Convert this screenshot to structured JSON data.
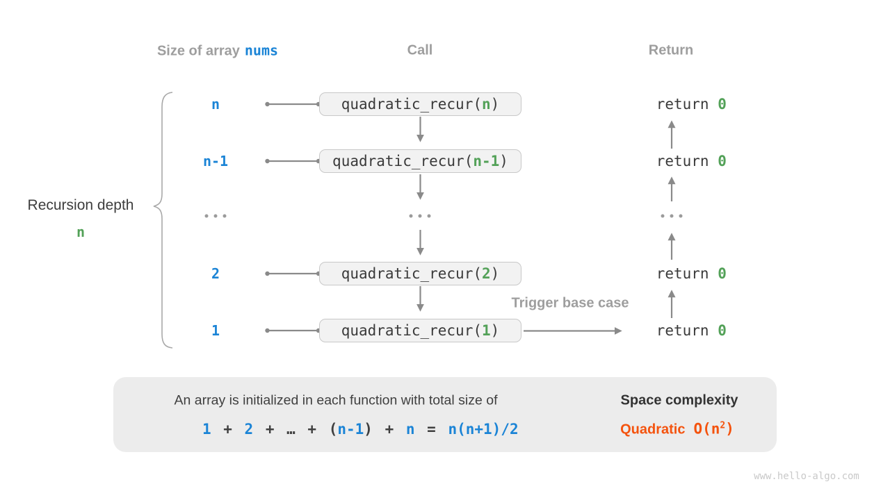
{
  "colors": {
    "accent_blue": "#1b84d6",
    "accent_green": "#53a158",
    "accent_orange": "#f4530e",
    "heading_gray": "#9e9e9e",
    "box_fill": "#f2f2f2",
    "panel_fill": "#ececec"
  },
  "headers": {
    "size_label": "Size of array",
    "size_code": "nums",
    "call": "Call",
    "return": "Return"
  },
  "left": {
    "caption": "Recursion depth",
    "depth": "n"
  },
  "code": {
    "fn": "quadratic_recur(",
    "close": ")",
    "return_kw": "return ",
    "return_val": "0"
  },
  "rows": [
    {
      "label": "n",
      "arg": "n"
    },
    {
      "label": "n-1",
      "arg": "n-1"
    },
    {
      "label": "...",
      "arg": "...",
      "ellipsis": true
    },
    {
      "label": "2",
      "arg": "2"
    },
    {
      "label": "1",
      "arg": "1"
    }
  ],
  "annotations": {
    "trigger": "Trigger base case"
  },
  "panel": {
    "sentence": "An array is initialized in each function with total size of",
    "formula": {
      "a": "1",
      "b": " + ",
      "c": "2",
      "d": " + … + (",
      "e": "n-1",
      "f": ") + ",
      "g": "n",
      "h": " = ",
      "i": "n(n+1)/2"
    },
    "result_title": "Space complexity",
    "result_name": "Quadratic",
    "big_o_pre": "O(n",
    "big_o_exp": "2",
    "big_o_post": ")"
  },
  "footer": {
    "watermark": "www.hello-algo.com"
  }
}
